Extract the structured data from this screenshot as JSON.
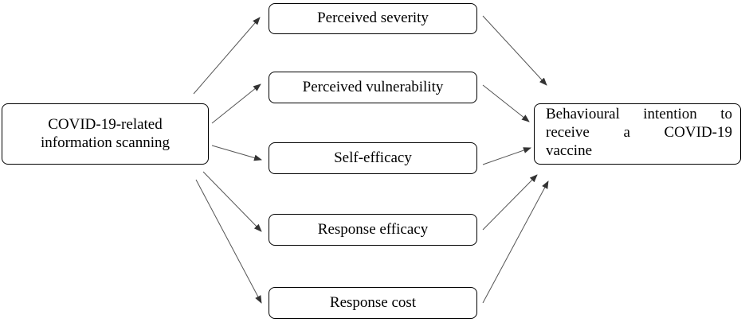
{
  "diagram": {
    "source": {
      "line1": "COVID-19-related",
      "line2": "information scanning"
    },
    "mediators": [
      {
        "label": "Perceived severity"
      },
      {
        "label": "Perceived vulnerability"
      },
      {
        "label": "Self-efficacy"
      },
      {
        "label": "Response efficacy"
      },
      {
        "label": "Response cost"
      }
    ],
    "outcome": {
      "line1": "Behavioural intention to",
      "line2": "receive a COVID-19",
      "line3": "vaccine"
    },
    "colors": {
      "stroke": "#000000",
      "arrow": "#555555",
      "background": "#ffffff"
    }
  }
}
